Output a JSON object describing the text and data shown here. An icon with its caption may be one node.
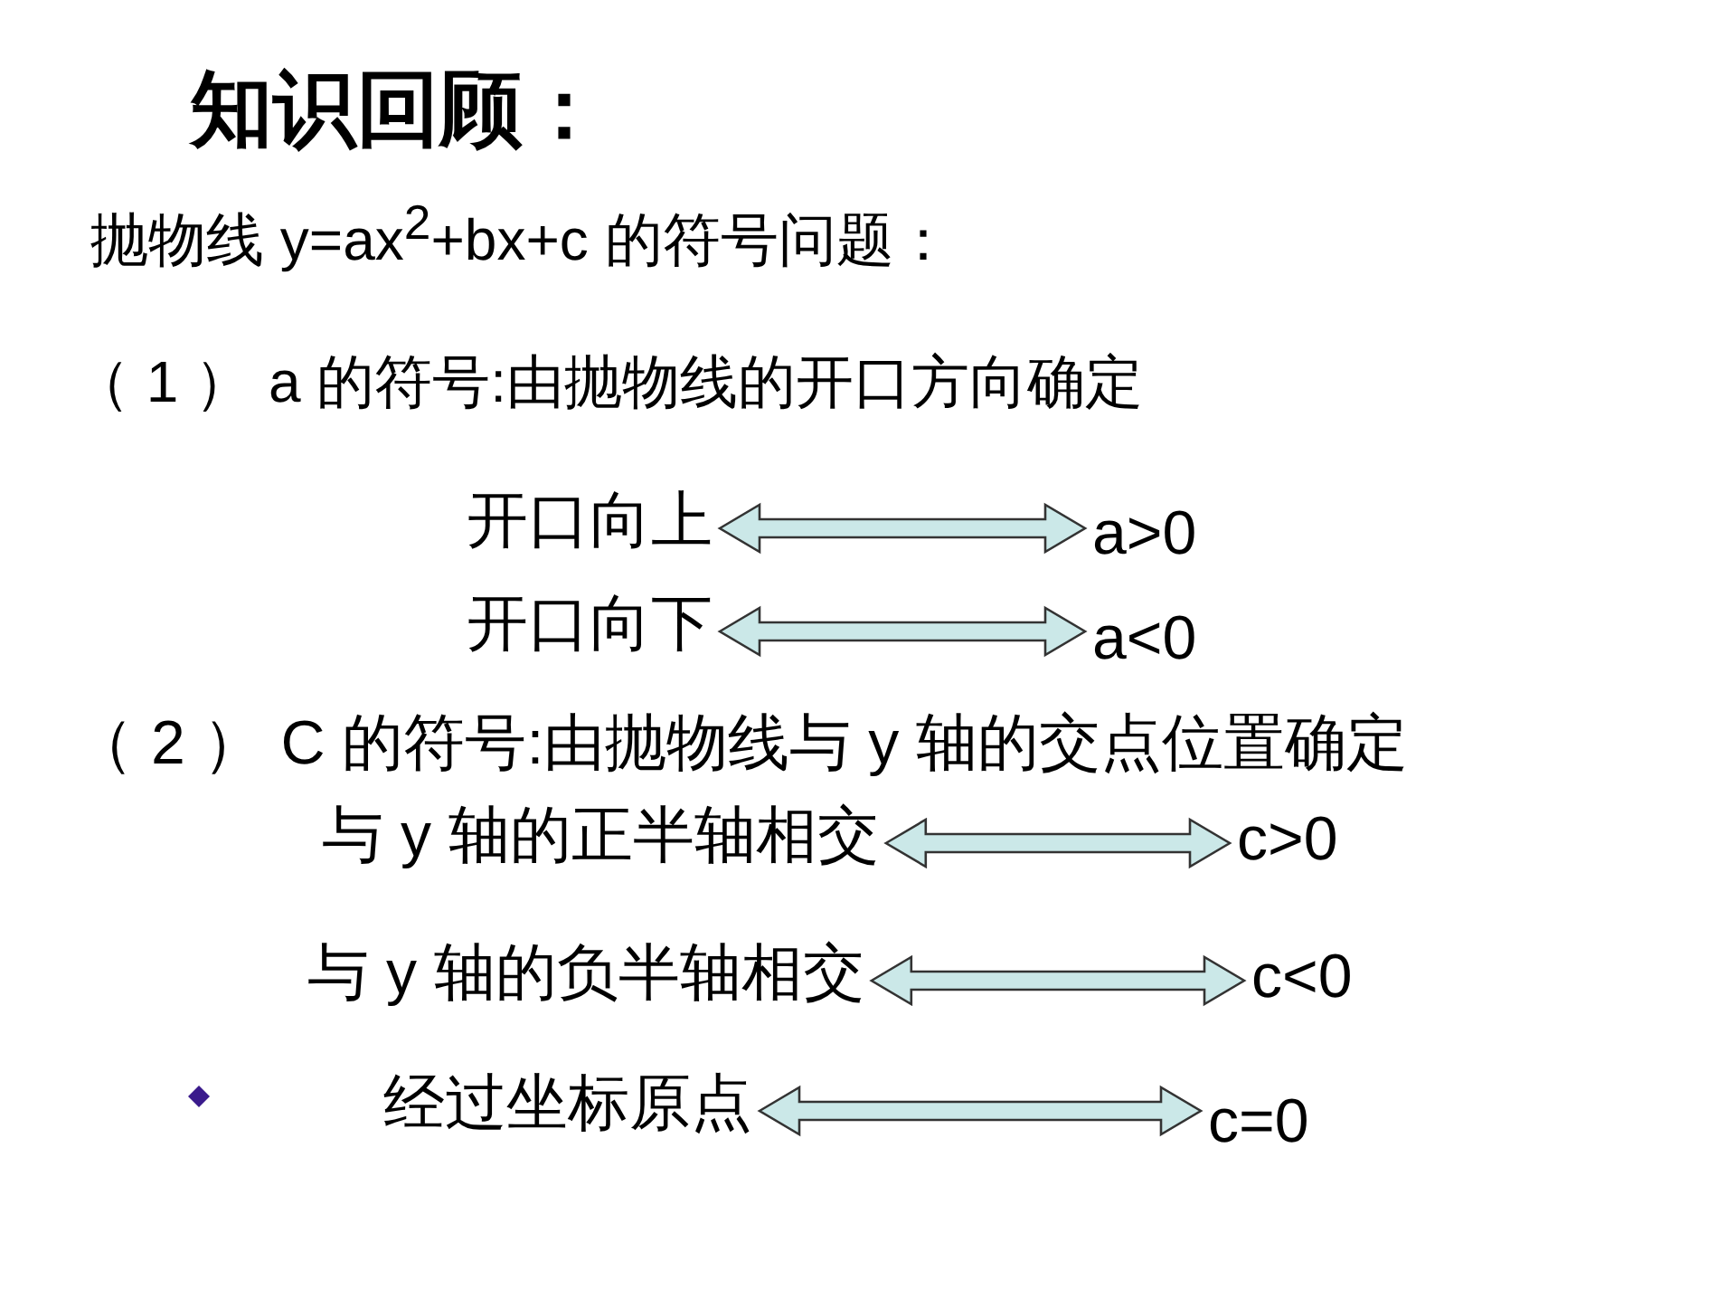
{
  "diagram": {
    "title": "知识回顾：",
    "nodes": [
      {
        "text": [
          "开口向上"
        ]
      },
      {
        "text": [
          "a>0"
        ]
      },
      {
        "text": [
          "开口向下"
        ]
      },
      {
        "text": [
          "a<0"
        ]
      },
      {
        "text": [
          "与 y 轴的正半轴相交"
        ]
      },
      {
        "text": [
          "c>0"
        ]
      },
      {
        "text": [
          "与 y 轴的负半轴相交"
        ]
      },
      {
        "text": [
          "c<0"
        ]
      },
      {
        "text": [
          "经过坐标原点"
        ]
      },
      {
        "text": [
          "c=0"
        ]
      }
    ],
    "edges": [
      {
        "from": 0,
        "to": 1,
        "arrow": "both"
      },
      {
        "from": 2,
        "to": 3,
        "arrow": "both"
      },
      {
        "from": 4,
        "to": 5,
        "arrow": "both"
      },
      {
        "from": 6,
        "to": 7,
        "arrow": "both"
      },
      {
        "from": 8,
        "to": 9,
        "arrow": "both"
      }
    ],
    "labels": [
      "抛物线 y=ax$^{2}$+bx+c 的符号问题：",
      "（ 1 ） a 的符号:由抛物线的开口方向确定",
      "（ 2 ） C 的符号:由抛物线与 y 轴的交点位置确定"
    ]
  }
}
